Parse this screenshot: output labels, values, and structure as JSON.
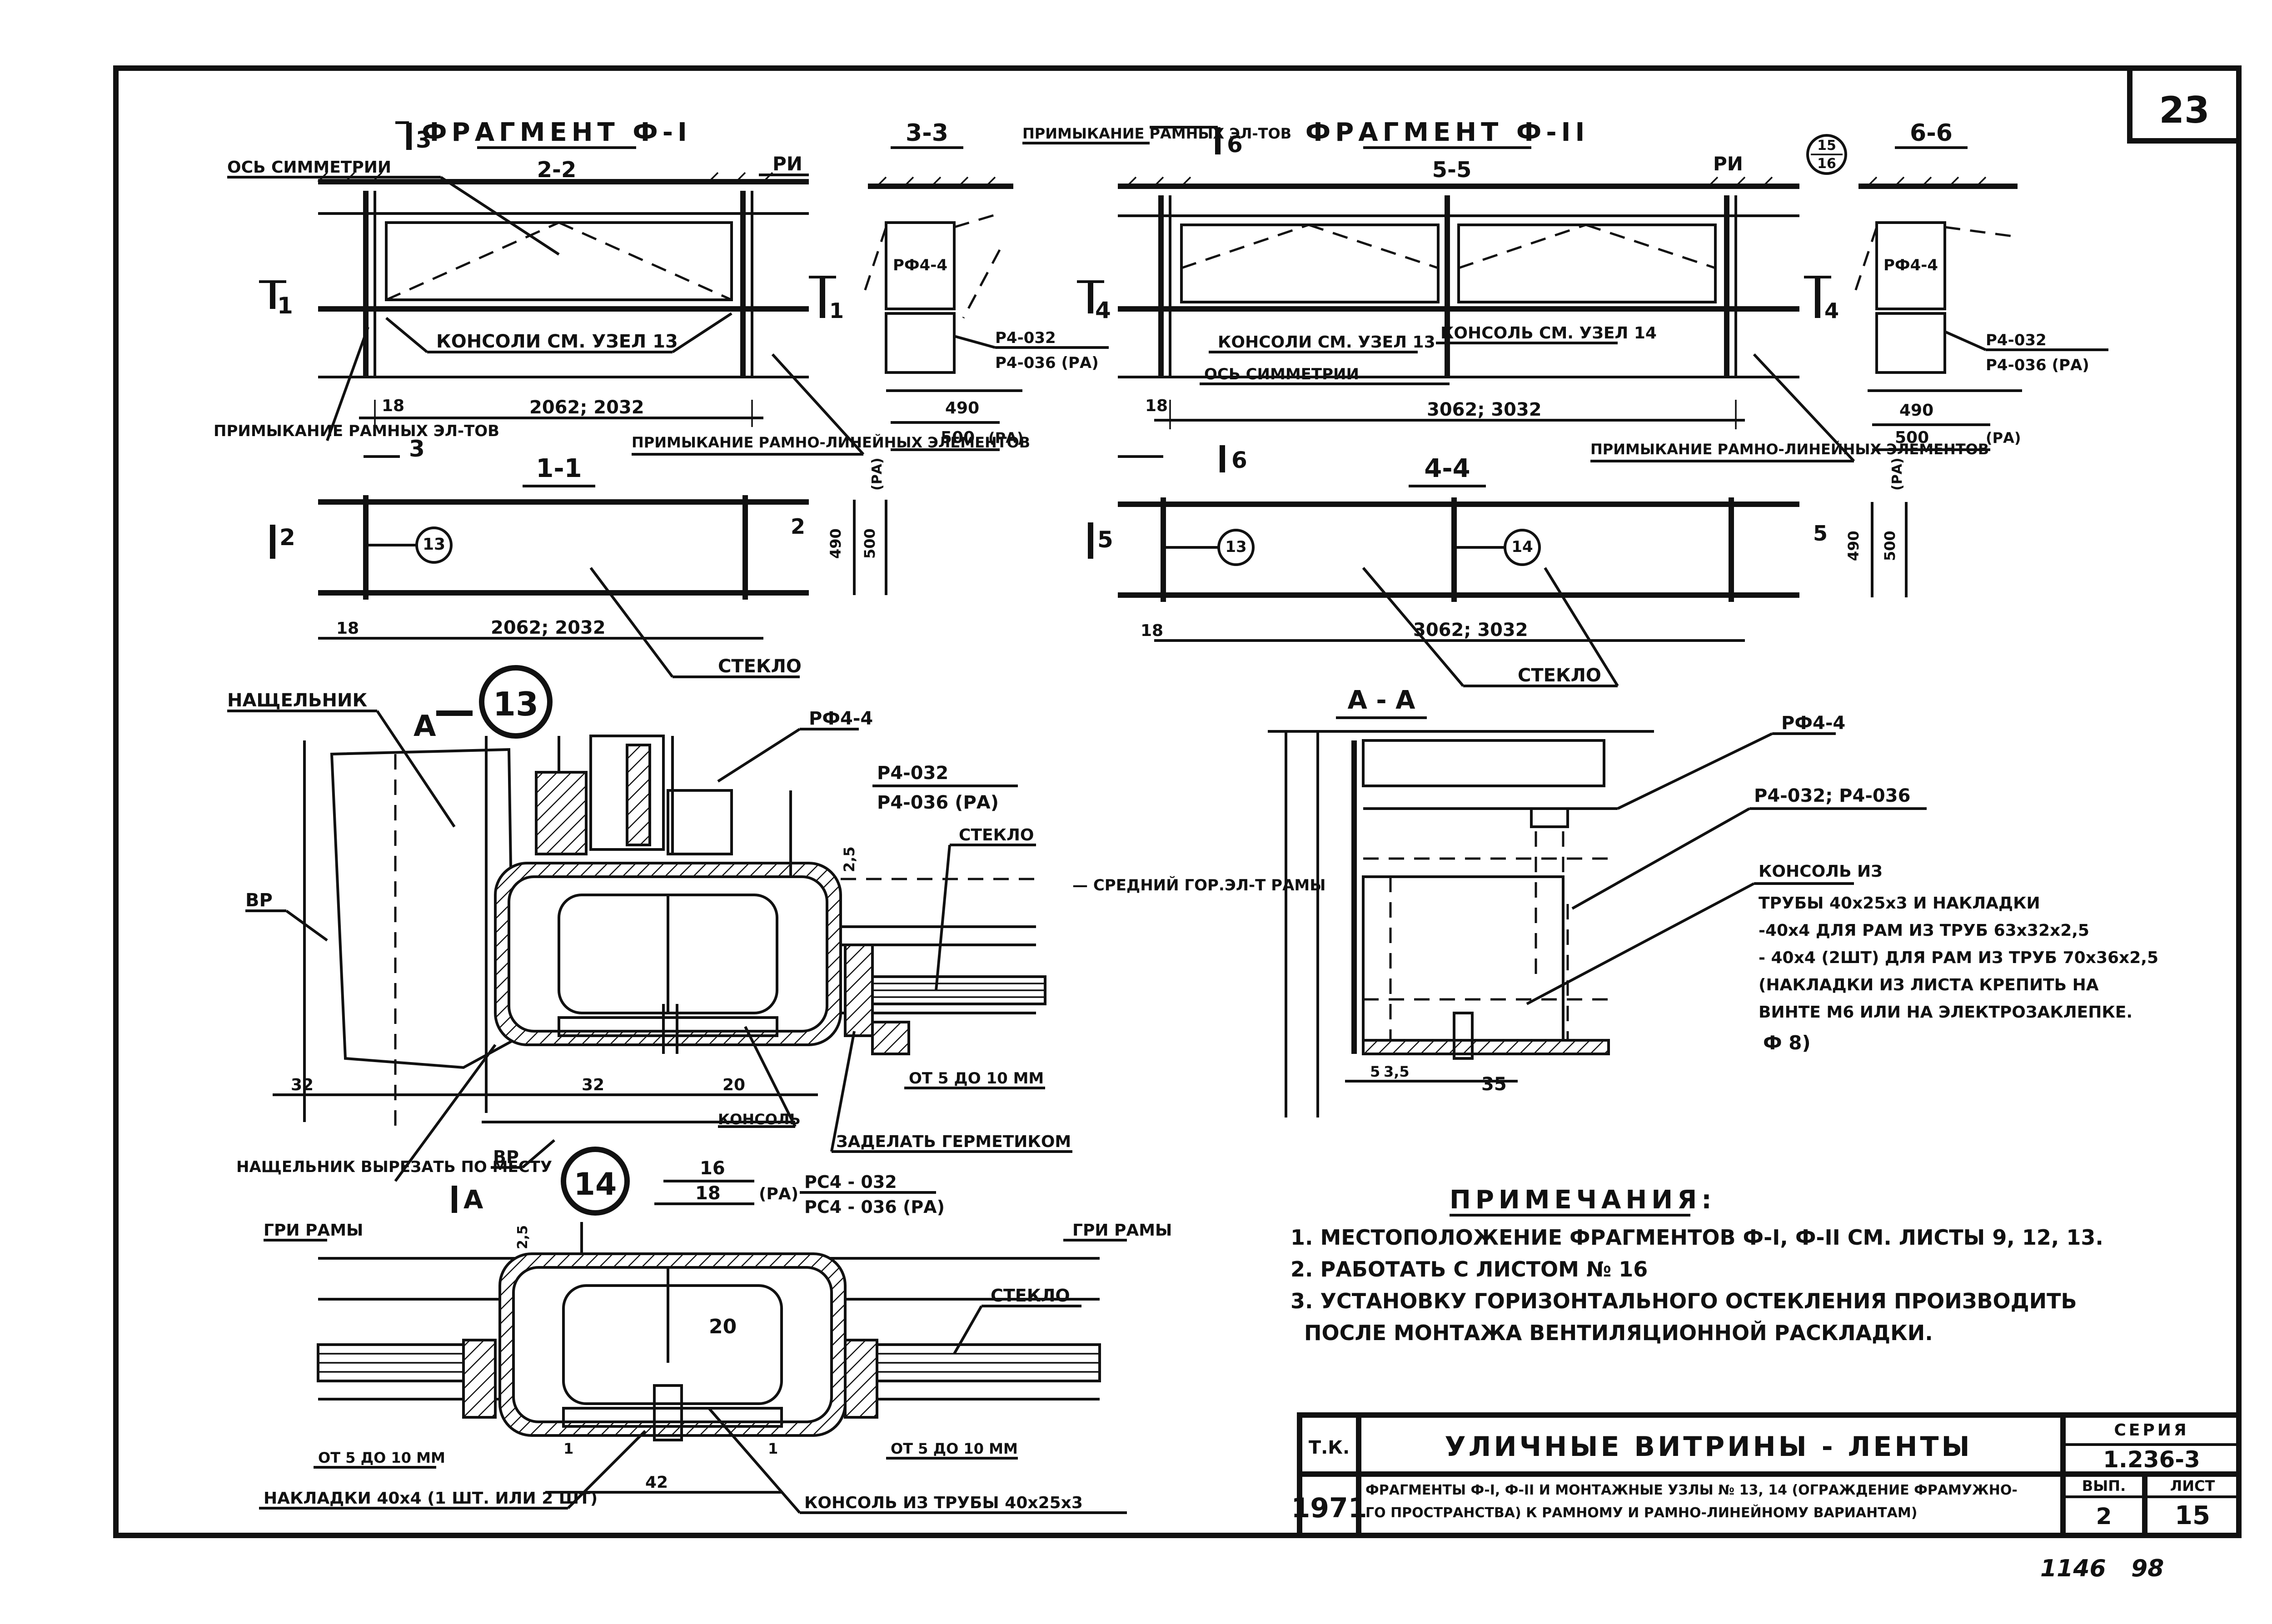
{
  "sheet": {
    "number": "23",
    "handwritten": [
      "1146",
      "98"
    ]
  },
  "fragment1": {
    "title": "ФРАГМЕНТ Ф-I",
    "cut_3_marker": "3",
    "cut_1_marker": "1",
    "section_2_2": "2-2",
    "section_1_1": "1-1",
    "section_3_3": "3-3",
    "axis_label": "ОСЬ СИММЕТРИИ",
    "ri": "РИ",
    "console_note": "КОНСОЛИ СМ. УЗЕЛ 13",
    "junction_frame": "ПРИМЫКАНИЕ РАМНЫХ ЭЛ-ТОВ",
    "junction_frame_linear": "ПРИМЫКАНИЕ РАМНО-ЛИНЕЙНЫХ ЭЛЕМЕНТОВ",
    "dim_18": "18",
    "dim_width": "2062; 2032",
    "glass": "СТЕКЛО",
    "node_13": "13",
    "cut_2_marker": "2",
    "dim_490": "490",
    "dim_500": "500",
    "ra": "(РА)"
  },
  "section33": {
    "title": "3-3",
    "rf": "РФ4-4",
    "label1": "Р4-032",
    "label2": "Р4-036 (РА)",
    "dim_490": "490",
    "dim_500": "500",
    "ra": "(РА)",
    "cut": "1"
  },
  "fragment2": {
    "title": "ФРАГМЕНТ Ф-II",
    "cut_6_marker": "6",
    "cut_4_marker": "4",
    "cut_5_marker": "5",
    "section_5_5": "5-5",
    "section_4_4": "4-4",
    "ri": "РИ",
    "junction_frame": "ПРИМЫКАНИЕ РАМНЫХ ЭЛ-ТОВ",
    "console13": "КОНСОЛИ СМ. УЗЕЛ 13",
    "console14": "КОНСОЛЬ СМ. УЗЕЛ 14",
    "axis_label": "ОСЬ СИММЕТРИИ",
    "dim_18": "18",
    "dim_width": "3062; 3032",
    "junction_frame_linear": "ПРИМЫКАНИЕ РАМНО-ЛИНЕЙНЫХ ЭЛЕМЕНТОВ",
    "glass": "СТЕКЛО",
    "node_13": "13",
    "node_14": "14",
    "node_ref_top": "15",
    "node_ref_bottom": "16",
    "dim_490": "490",
    "dim_500": "500",
    "ra": "(РА)"
  },
  "section66": {
    "title": "6-6",
    "rf": "РФ4-4",
    "label1": "Р4-032",
    "label2": "Р4-036 (РА)",
    "dim_490": "490",
    "dim_500": "500",
    "ra": "(РА)",
    "cut": "4"
  },
  "node13": {
    "number": "13",
    "view_marker": "А",
    "nashchelnik": "НАЩЕЛЬНИК",
    "rf": "РФ4-4",
    "p1": "Р4-032",
    "p2": "Р4-036 (РА)",
    "glass": "СТЕКЛО",
    "middle_rail": "— СРЕДНИЙ ГОР.ЭЛ-Т РАМЫ",
    "vr": "ВР",
    "dim_25": "2,5",
    "dim_32a": "32",
    "dim_32b": "32",
    "dim_20": "20",
    "console": "КОНСОЛЬ",
    "gap": "ОТ 5 ДО 10 ММ",
    "sealant": "ЗАДЕЛАТЬ ГЕРМЕТИКОМ",
    "nashchelnik_cut": "НАЩЕЛЬНИК ВЫРЕЗАТЬ ПО МЕСТУ",
    "aa_marker": "А",
    "vr2": "ВР"
  },
  "sectionAA": {
    "title": "А - А",
    "rf": "РФ4-4",
    "profiles": "Р4-032; Р4-036",
    "console_title": "КОНСОЛЬ ИЗ",
    "console_lines": [
      "ТРУБЫ 40х25х3 И НАКЛАДКИ",
      "-40х4 ДЛЯ РАМ ИЗ ТРУБ 63х32х2,5",
      "- 40х4 (2ШТ) ДЛЯ РАМ ИЗ ТРУБ 70х36х2,5",
      "(НАКЛАДКИ ИЗ ЛИСТА КРЕПИТЬ НА",
      "ВИНТЕ М6 ИЛИ НА ЭЛЕКТРОЗАКЛЕПКЕ.",
      "Ф 8)"
    ],
    "dim_53": "5",
    "dim_35a": "3,5",
    "dim_35": "35"
  },
  "node14": {
    "number": "14",
    "dim_16": "16",
    "dim_18": "18",
    "ra": "(РА)",
    "pcu1": "РС4 - 032",
    "pcu2": "РС4 - 036 (РА)",
    "dim_25": "2,5",
    "gri_left": "ГРИ РАМЫ",
    "gri_right": "ГРИ РАМЫ",
    "glass": "СТЕКЛО",
    "dim_20": "20",
    "gap_left": "ОТ 5 ДО 10 ММ",
    "gap_right": "ОТ 5 ДО 10 ММ",
    "dim_1a": "1",
    "dim_1b": "1",
    "dim_42": "42",
    "plates": "НАКЛАДКИ 40х4 (1 ШТ. ИЛИ 2 ШТ)",
    "console": "КОНСОЛЬ ИЗ ТРУБЫ 40х25х3"
  },
  "notes": {
    "title": "ПРИМЕЧАНИЯ:",
    "items": [
      "1. МЕСТОПОЛОЖЕНИЕ ФРАГМЕНТОВ Ф-I, Ф-II СМ. ЛИСТЫ 9, 12, 13.",
      "2. РАБОТАТЬ С ЛИСТОМ № 16",
      "3. УСТАНОВКУ ГОРИЗОНТАЛЬНОГО ОСТЕКЛЕНИЯ ПРОИЗВОДИТЬ",
      "ПОСЛЕ МОНТАЖА ВЕНТИЛЯЦИОННОЙ РАСКЛАДКИ."
    ]
  },
  "title_block": {
    "tk": "Т.К.",
    "year": "1971",
    "title": "УЛИЧНЫЕ ВИТРИНЫ - ЛЕНТЫ",
    "desc1": "ФРАГМЕНТЫ Ф-I, Ф-II И МОНТАЖНЫЕ УЗЛЫ № 13, 14 (ОГРАЖДЕНИЕ ФРАМУЖНО-",
    "desc2": "ГО ПРОСТРАНСТВА) К РАМНОМУ И РАМНО-ЛИНЕЙНОМУ ВАРИАНТАМ)",
    "seria_label": "СЕРИЯ",
    "seria": "1.236-3",
    "vyp_label": "ВЫП.",
    "vyp": "2",
    "list_label": "ЛИСТ",
    "list": "15"
  }
}
